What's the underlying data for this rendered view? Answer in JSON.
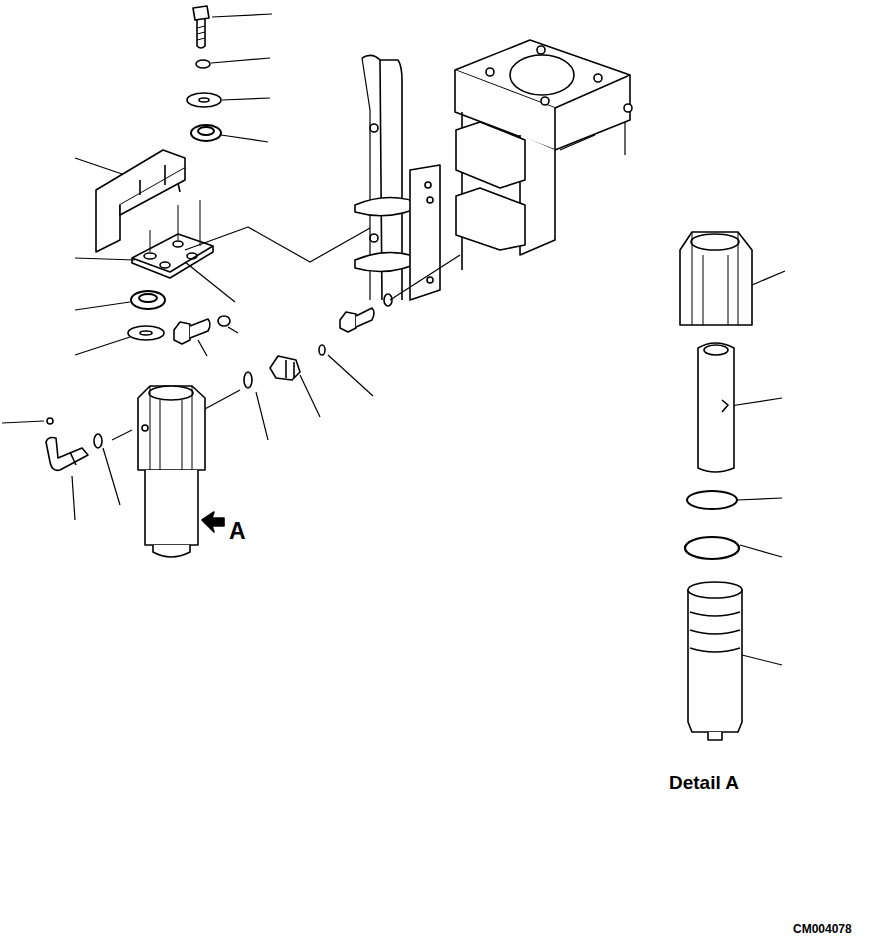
{
  "diagram": {
    "labels": [
      "A",
      "Detail A",
      "CM004078"
    ]
  }
}
